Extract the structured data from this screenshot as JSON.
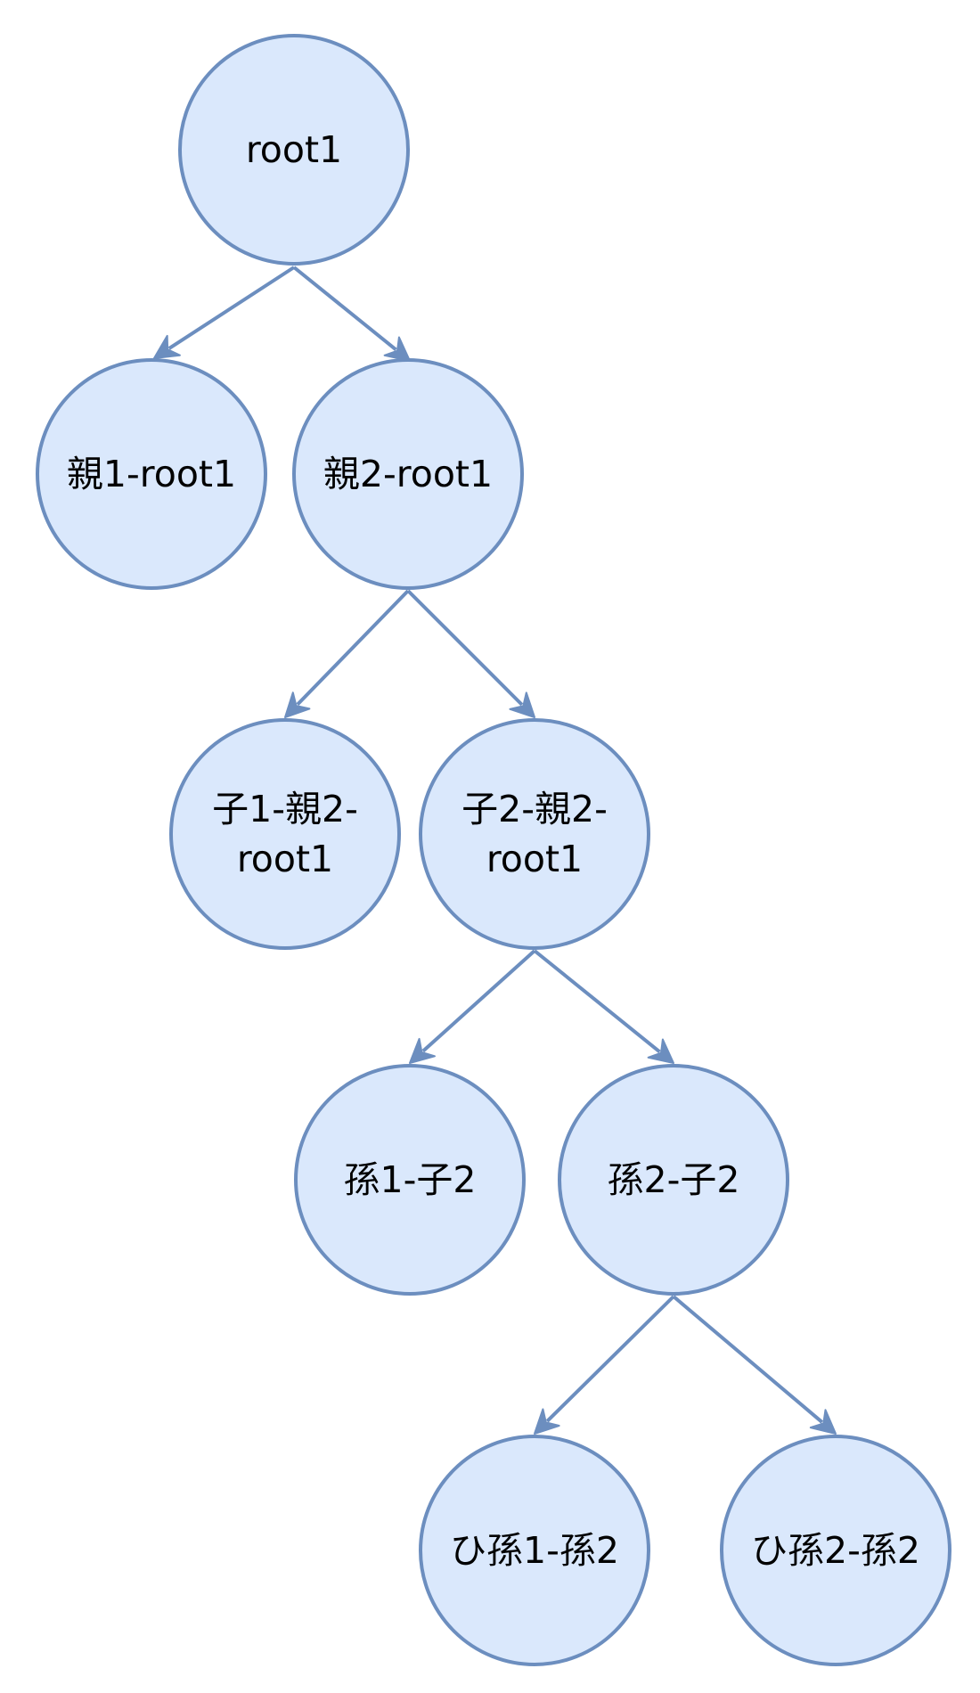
{
  "diagram": {
    "type": "tree",
    "colors": {
      "node_fill": "#dae8fc",
      "node_stroke": "#6c8ebf",
      "edge": "#6c8ebf",
      "text": "#000000"
    },
    "nodes": [
      {
        "id": "root1",
        "lines": [
          "root1"
        ]
      },
      {
        "id": "oya1",
        "lines": [
          "親1-root1"
        ]
      },
      {
        "id": "oya2",
        "lines": [
          "親2-root1"
        ]
      },
      {
        "id": "ko1",
        "lines": [
          "子1-親2-",
          "root1"
        ]
      },
      {
        "id": "ko2",
        "lines": [
          "子2-親2-",
          "root1"
        ]
      },
      {
        "id": "mago1",
        "lines": [
          "孫1-子2"
        ]
      },
      {
        "id": "mago2",
        "lines": [
          "孫2-子2"
        ]
      },
      {
        "id": "himago1",
        "lines": [
          "ひ孫1-孫2"
        ]
      },
      {
        "id": "himago2",
        "lines": [
          "ひ孫2-孫2"
        ]
      }
    ],
    "edges": [
      {
        "from": "root1",
        "to": "oya1"
      },
      {
        "from": "root1",
        "to": "oya2"
      },
      {
        "from": "oya2",
        "to": "ko1"
      },
      {
        "from": "oya2",
        "to": "ko2"
      },
      {
        "from": "ko2",
        "to": "mago1"
      },
      {
        "from": "ko2",
        "to": "mago2"
      },
      {
        "from": "mago2",
        "to": "himago1"
      },
      {
        "from": "mago2",
        "to": "himago2"
      }
    ]
  }
}
